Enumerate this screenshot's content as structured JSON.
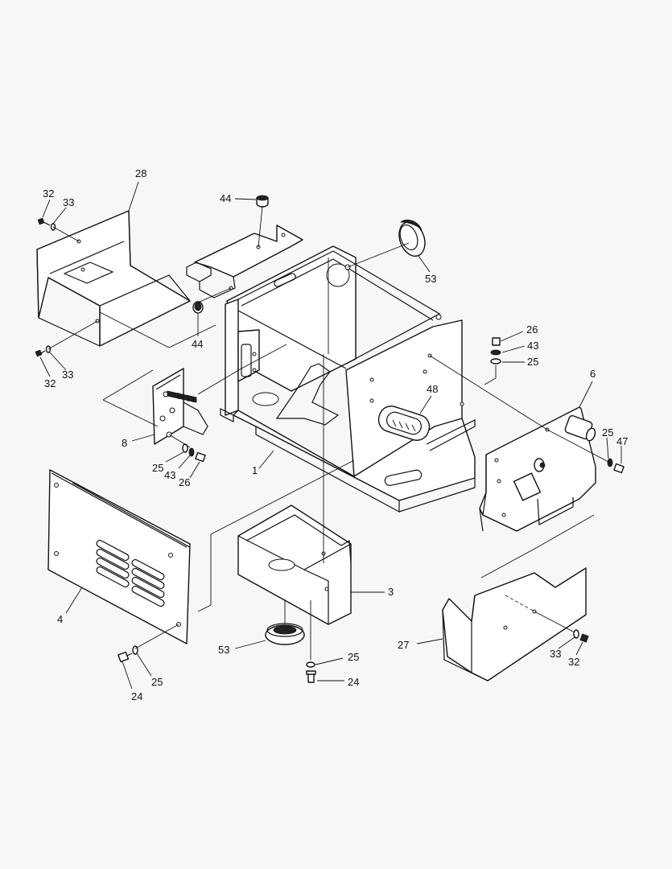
{
  "callouts": [
    {
      "id": "c28",
      "text": "28"
    },
    {
      "id": "c32a",
      "text": "32"
    },
    {
      "id": "c33a",
      "text": "33"
    },
    {
      "id": "c44a",
      "text": "44"
    },
    {
      "id": "c53a",
      "text": "53"
    },
    {
      "id": "c44b",
      "text": "44"
    },
    {
      "id": "c32b",
      "text": "32"
    },
    {
      "id": "c33b",
      "text": "33"
    },
    {
      "id": "c26a",
      "text": "26"
    },
    {
      "id": "c43a",
      "text": "43"
    },
    {
      "id": "c25a",
      "text": "25"
    },
    {
      "id": "c6",
      "text": "6"
    },
    {
      "id": "c48",
      "text": "48"
    },
    {
      "id": "c25b",
      "text": "25"
    },
    {
      "id": "c47",
      "text": "47"
    },
    {
      "id": "c8",
      "text": "8"
    },
    {
      "id": "c1",
      "text": "1"
    },
    {
      "id": "c25c",
      "text": "25"
    },
    {
      "id": "c43b",
      "text": "43"
    },
    {
      "id": "c26b",
      "text": "26"
    },
    {
      "id": "c3",
      "text": "3"
    },
    {
      "id": "c4",
      "text": "4"
    },
    {
      "id": "c53b",
      "text": "53"
    },
    {
      "id": "c25d",
      "text": "25"
    },
    {
      "id": "c24a",
      "text": "24"
    },
    {
      "id": "c27",
      "text": "27"
    },
    {
      "id": "c33c",
      "text": "33"
    },
    {
      "id": "c32c",
      "text": "32"
    },
    {
      "id": "c25e",
      "text": "25"
    },
    {
      "id": "c24b",
      "text": "24"
    }
  ]
}
